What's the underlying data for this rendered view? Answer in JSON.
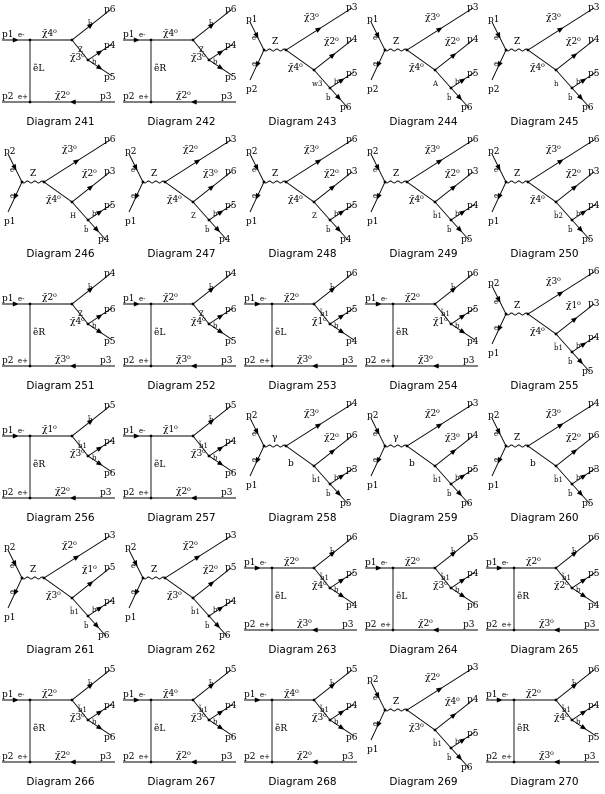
{
  "diagrams": [
    {
      "prefix": "Diagram",
      "number": "241",
      "kind": "t",
      "ext": [
        "p1",
        "p2",
        "p3",
        "p4",
        "p5",
        "p6"
      ],
      "inner": [
        "e-",
        "e+",
        "ẽL",
        "χ̃4⁰",
        "χ̃3⁰",
        "χ̃2⁰",
        "Z",
        "b",
        "b̄"
      ]
    },
    {
      "prefix": "Diagram",
      "number": "242",
      "kind": "t",
      "ext": [
        "p1",
        "p2",
        "p3",
        "p4",
        "p5",
        "p6"
      ],
      "inner": [
        "e-",
        "e+",
        "ẽR",
        "χ̃4⁰",
        "χ̃3⁰",
        "χ̃2⁰",
        "Z",
        "b",
        "b̄"
      ]
    },
    {
      "prefix": "Diagram",
      "number": "243",
      "kind": "s",
      "ext": [
        "p1",
        "p2",
        "p3",
        "p4",
        "p5",
        "p6"
      ],
      "inner": [
        "e-",
        "e-",
        "Z",
        "χ̃3⁰",
        "χ̃2⁰",
        "χ̃4⁰",
        "w3",
        "b",
        "b̄"
      ]
    },
    {
      "prefix": "Diagram",
      "number": "244",
      "kind": "s",
      "ext": [
        "p1",
        "p2",
        "p3",
        "p4",
        "p5",
        "p6"
      ],
      "inner": [
        "e-",
        "e-",
        "Z",
        "χ̃3⁰",
        "χ̃2⁰",
        "χ̃4⁰",
        "A",
        "b",
        "b̄"
      ]
    },
    {
      "prefix": "Diagram",
      "number": "245",
      "kind": "s",
      "ext": [
        "p1",
        "p2",
        "p3",
        "p4",
        "p5",
        "p6"
      ],
      "inner": [
        "e-",
        "e-",
        "Z",
        "χ̃3⁰",
        "χ̃2⁰",
        "χ̃4⁰",
        "h",
        "b",
        "b̄"
      ]
    },
    {
      "prefix": "Diagram",
      "number": "246",
      "kind": "s",
      "ext": [
        "p2",
        "p1",
        "p6",
        "p3",
        "p5",
        "p4"
      ],
      "inner": [
        "e-",
        "e-",
        "Z",
        "χ̃3⁰",
        "χ̃2⁰",
        "χ̃4⁰",
        "H",
        "b",
        "b̄"
      ]
    },
    {
      "prefix": "Diagram",
      "number": "247",
      "kind": "s",
      "ext": [
        "p2",
        "p1",
        "p3",
        "p6",
        "p5",
        "p4"
      ],
      "inner": [
        "e-",
        "e-",
        "Z",
        "χ̃2⁰",
        "χ̃3⁰",
        "χ̃4⁰",
        "Z",
        "b",
        "b̄"
      ]
    },
    {
      "prefix": "Diagram",
      "number": "248",
      "kind": "s",
      "ext": [
        "p2",
        "p1",
        "p6",
        "p3",
        "p5",
        "p4"
      ],
      "inner": [
        "e-",
        "e-",
        "Z",
        "χ̃3⁰",
        "χ̃2⁰",
        "χ̃4⁰",
        "Z",
        "b",
        "b̄"
      ]
    },
    {
      "prefix": "Diagram",
      "number": "249",
      "kind": "s",
      "ext": [
        "p2",
        "p1",
        "p6",
        "p3",
        "p4",
        "p5"
      ],
      "inner": [
        "e-",
        "e-",
        "Z",
        "χ̃3⁰",
        "χ̃2⁰",
        "χ̃4⁰",
        "b̃1",
        "b",
        "b̄"
      ]
    },
    {
      "prefix": "Diagram",
      "number": "250",
      "kind": "s",
      "ext": [
        "p2",
        "p1",
        "p6",
        "p3",
        "p4",
        "p5"
      ],
      "inner": [
        "e-",
        "e-",
        "Z",
        "χ̃3⁰",
        "χ̃2⁰",
        "χ̃4⁰",
        "b̃2",
        "b",
        "b̄"
      ]
    },
    {
      "prefix": "Diagram",
      "number": "251",
      "kind": "t",
      "ext": [
        "p1",
        "p2",
        "p3",
        "p6",
        "p5",
        "p4"
      ],
      "inner": [
        "e-",
        "e+",
        "ẽR",
        "χ̃2⁰",
        "χ̃4⁰",
        "χ̃3⁰",
        "Z",
        "b",
        "b̄"
      ]
    },
    {
      "prefix": "Diagram",
      "number": "252",
      "kind": "t",
      "ext": [
        "p1",
        "p2",
        "p3",
        "p6",
        "p5",
        "p4"
      ],
      "inner": [
        "e-",
        "e+",
        "ẽL",
        "χ̃2⁰",
        "χ̃4⁰",
        "χ̃3⁰",
        "Z",
        "b",
        "b̄"
      ]
    },
    {
      "prefix": "Diagram",
      "number": "253",
      "kind": "t",
      "ext": [
        "p1",
        "p2",
        "p3",
        "p5",
        "p4",
        "p6"
      ],
      "inner": [
        "e-",
        "e+",
        "ẽL",
        "χ̃2⁰",
        "χ̃1⁰",
        "χ̃3⁰",
        "b̃1",
        "b",
        "b̄"
      ]
    },
    {
      "prefix": "Diagram",
      "number": "254",
      "kind": "t",
      "ext": [
        "p1",
        "p2",
        "p3",
        "p5",
        "p4",
        "p6"
      ],
      "inner": [
        "e-",
        "e+",
        "ẽR",
        "χ̃2⁰",
        "χ̃1⁰",
        "χ̃3⁰",
        "b̃1",
        "b",
        "b̄"
      ]
    },
    {
      "prefix": "Diagram",
      "number": "255",
      "kind": "s",
      "ext": [
        "p2",
        "p1",
        "p6",
        "p3",
        "p4",
        "p5"
      ],
      "inner": [
        "e-",
        "e-",
        "Z",
        "χ̃3⁰",
        "χ̃1⁰",
        "χ̃4⁰",
        "b̃1",
        "b",
        "b̄"
      ]
    },
    {
      "prefix": "Diagram",
      "number": "256",
      "kind": "t",
      "ext": [
        "p1",
        "p2",
        "p3",
        "p4",
        "p6",
        "p5"
      ],
      "inner": [
        "e-",
        "e+",
        "ẽR",
        "χ̃1⁰",
        "χ̃3⁰",
        "χ̃2⁰",
        "b̃1",
        "b",
        "b̄"
      ]
    },
    {
      "prefix": "Diagram",
      "number": "257",
      "kind": "t",
      "ext": [
        "p1",
        "p2",
        "p3",
        "p4",
        "p6",
        "p5"
      ],
      "inner": [
        "e-",
        "e+",
        "ẽL",
        "χ̃1⁰",
        "χ̃3⁰",
        "χ̃2⁰",
        "b̃1",
        "b",
        "b̄"
      ]
    },
    {
      "prefix": "Diagram",
      "number": "258",
      "kind": "s",
      "ext": [
        "p2",
        "p1",
        "p4",
        "p6",
        "p3",
        "p5"
      ],
      "inner": [
        "e-",
        "e-",
        "γ",
        "χ̃3⁰",
        "χ̃2⁰",
        "b",
        "b̃1",
        "b",
        "b̄"
      ]
    },
    {
      "prefix": "Diagram",
      "number": "259",
      "kind": "s",
      "ext": [
        "p2",
        "p1",
        "p3",
        "p4",
        "p5",
        "p6"
      ],
      "inner": [
        "e-",
        "e-",
        "γ",
        "χ̃2⁰",
        "χ̃3⁰",
        "b",
        "b̃1",
        "b",
        "b̄"
      ]
    },
    {
      "prefix": "Diagram",
      "number": "260",
      "kind": "s",
      "ext": [
        "p2",
        "p1",
        "p4",
        "p6",
        "p3",
        "p5"
      ],
      "inner": [
        "e-",
        "e-",
        "Z",
        "χ̃3⁰",
        "χ̃2⁰",
        "b",
        "b̃1",
        "b",
        "b̄"
      ]
    },
    {
      "prefix": "Diagram",
      "number": "261",
      "kind": "s",
      "ext": [
        "p2",
        "p1",
        "p3",
        "p5",
        "p4",
        "p6"
      ],
      "inner": [
        "e-",
        "e-",
        "Z",
        "χ̃2⁰",
        "χ̃1⁰",
        "χ̃3⁰",
        "b̃1",
        "b",
        "b̄"
      ]
    },
    {
      "prefix": "Diagram",
      "number": "262",
      "kind": "s",
      "ext": [
        "p2",
        "p1",
        "p3",
        "p5",
        "p4",
        "p6"
      ],
      "inner": [
        "e-",
        "e-",
        "Z",
        "χ̃2⁰",
        "χ̃2⁰",
        "χ̃3⁰",
        "b̃1",
        "b",
        "b̄"
      ]
    },
    {
      "prefix": "Diagram",
      "number": "263",
      "kind": "t",
      "ext": [
        "p1",
        "p2",
        "p3",
        "p5",
        "p4",
        "p6"
      ],
      "inner": [
        "e-",
        "e+",
        "ẽL",
        "χ̃2⁰",
        "χ̃4⁰",
        "χ̃3⁰",
        "b̃1",
        "b",
        "b̄"
      ]
    },
    {
      "prefix": "Diagram",
      "number": "264",
      "kind": "t",
      "ext": [
        "p1",
        "p2",
        "p3",
        "p4",
        "p6",
        "p5"
      ],
      "inner": [
        "e-",
        "e+",
        "ẽL",
        "χ̃2⁰",
        "χ̃3⁰",
        "χ̃2⁰",
        "b̃1",
        "b",
        "b̄"
      ]
    },
    {
      "prefix": "Diagram",
      "number": "265",
      "kind": "t",
      "ext": [
        "p1",
        "p2",
        "p3",
        "p5",
        "p4",
        "p6"
      ],
      "inner": [
        "e-",
        "e+",
        "ẽR",
        "χ̃2⁰",
        "χ̃2⁰",
        "χ̃3⁰",
        "b̃1",
        "b",
        "b̄"
      ]
    },
    {
      "prefix": "Diagram",
      "number": "266",
      "kind": "t",
      "ext": [
        "p1",
        "p2",
        "p3",
        "p4",
        "p6",
        "p5"
      ],
      "inner": [
        "e-",
        "e+",
        "ẽR",
        "χ̃2⁰",
        "χ̃3⁰",
        "χ̃2⁰",
        "b̃1",
        "b",
        "b̄"
      ]
    },
    {
      "prefix": "Diagram",
      "number": "267",
      "kind": "t",
      "ext": [
        "p1",
        "p2",
        "p3",
        "p4",
        "p6",
        "p5"
      ],
      "inner": [
        "e-",
        "e+",
        "ẽL",
        "χ̃4⁰",
        "χ̃3⁰",
        "χ̃2⁰",
        "b̃1",
        "b",
        "b̄"
      ]
    },
    {
      "prefix": "Diagram",
      "number": "268",
      "kind": "t",
      "ext": [
        "p1",
        "p2",
        "p3",
        "p4",
        "p6",
        "p5"
      ],
      "inner": [
        "e-",
        "e+",
        "ẽR",
        "χ̃4⁰",
        "χ̃3⁰",
        "χ̃2⁰",
        "b̃1",
        "b",
        "b̄"
      ]
    },
    {
      "prefix": "Diagram",
      "number": "269",
      "kind": "s",
      "ext": [
        "p2",
        "p1",
        "p3",
        "p4",
        "p5",
        "p6"
      ],
      "inner": [
        "e-",
        "e-",
        "Z",
        "χ̃2⁰",
        "χ̃4⁰",
        "χ̃3⁰",
        "b̃1",
        "b",
        "b̄"
      ]
    },
    {
      "prefix": "Diagram",
      "number": "270",
      "kind": "t",
      "ext": [
        "p1",
        "p2",
        "p3",
        "p4",
        "p5",
        "p6"
      ],
      "inner": [
        "e-",
        "e+",
        "ẽR",
        "χ̃2⁰",
        "χ̃4⁰",
        "χ̃3⁰",
        "b̃1",
        "b",
        "b̄"
      ]
    }
  ]
}
